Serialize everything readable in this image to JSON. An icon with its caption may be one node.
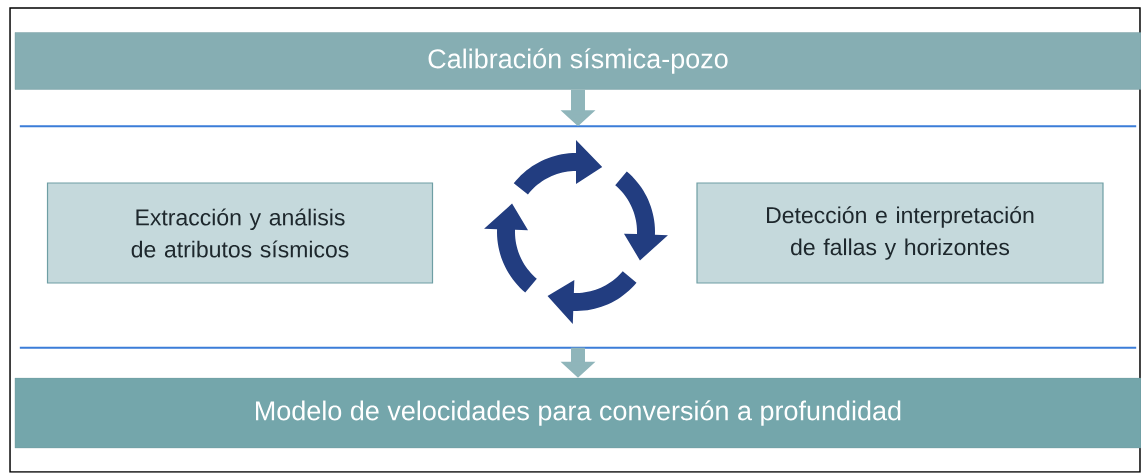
{
  "diagram": {
    "nodes": [
      {
        "text": [
          "Calibración sísmica-pozo"
        ]
      },
      {
        "text": [],
        "shape": "band"
      },
      {
        "text": [
          "Extracción y análisis de atributos sísmicos"
        ],
        "in": 1
      },
      {
        "text": [
          "Detección e interpretación de fallas y horizontes"
        ],
        "in": 1
      },
      {
        "text": [
          "Modelo de velocidades para conversión a profundidad"
        ]
      }
    ],
    "edges": [
      {
        "from": 0,
        "to": 1,
        "arrow": "to"
      },
      {
        "from": 1,
        "to": 4,
        "arrow": "to"
      }
    ]
  }
}
